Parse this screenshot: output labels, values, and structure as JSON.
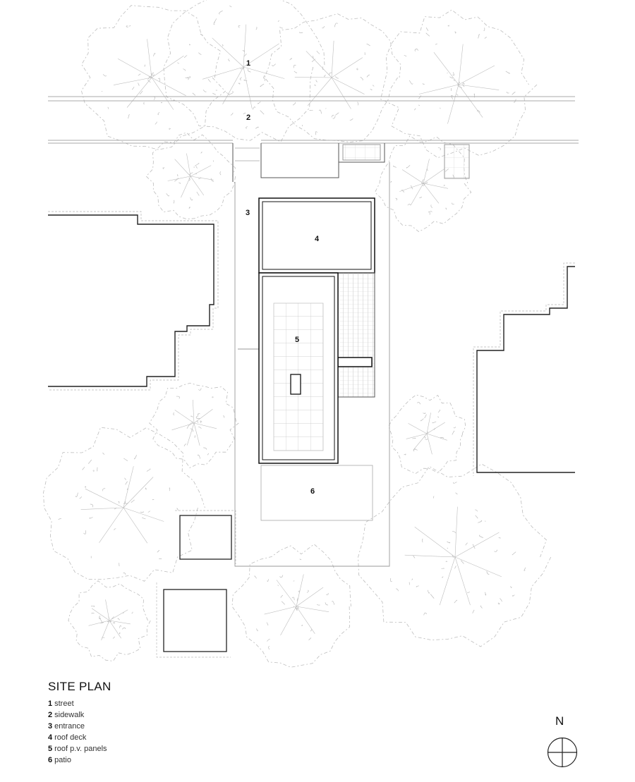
{
  "title": "SITE PLAN",
  "zones": [
    {
      "num": "1",
      "label": "street"
    },
    {
      "num": "2",
      "label": "sidewalk"
    },
    {
      "num": "3",
      "label": "entrance"
    },
    {
      "num": "4",
      "label": "roof deck"
    },
    {
      "num": "5",
      "label": "roof p.v. panels"
    },
    {
      "num": "6",
      "label": "patio"
    }
  ],
  "north_label": "N",
  "colors": {
    "line": "#111111",
    "tree": "#bdbdbd",
    "site": "#9a9a9a"
  }
}
